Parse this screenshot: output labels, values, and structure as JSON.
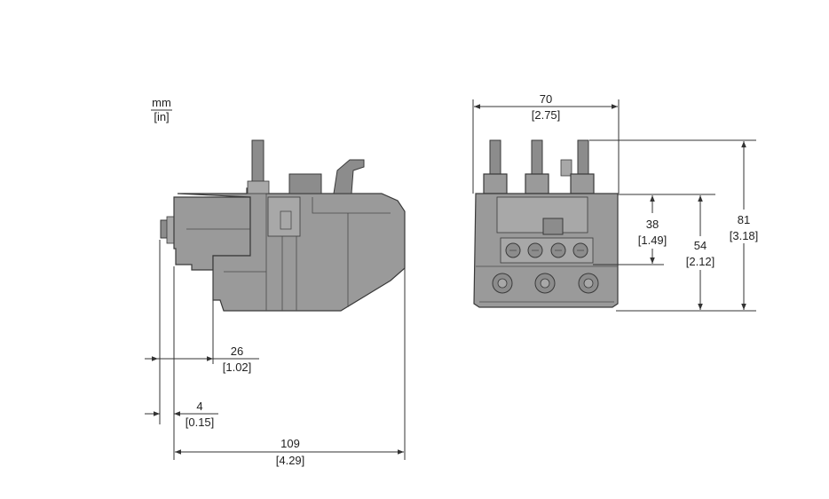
{
  "units": {
    "primary": "mm",
    "secondary": "[in]"
  },
  "side_view": {
    "dim_depth_26": {
      "value": "26",
      "inch": "[1.02]"
    },
    "dim_offset_4": {
      "value": "4",
      "inch": "[0.15]"
    },
    "dim_length_109": {
      "value": "109",
      "inch": "[4.29]"
    }
  },
  "front_view": {
    "dim_width_70": {
      "value": "70",
      "inch": "[2.75]"
    },
    "dim_height_38": {
      "value": "38",
      "inch": "[1.49]"
    },
    "dim_height_54": {
      "value": "54",
      "inch": "[2.12]"
    },
    "dim_height_81": {
      "value": "81",
      "inch": "[3.18]"
    }
  }
}
